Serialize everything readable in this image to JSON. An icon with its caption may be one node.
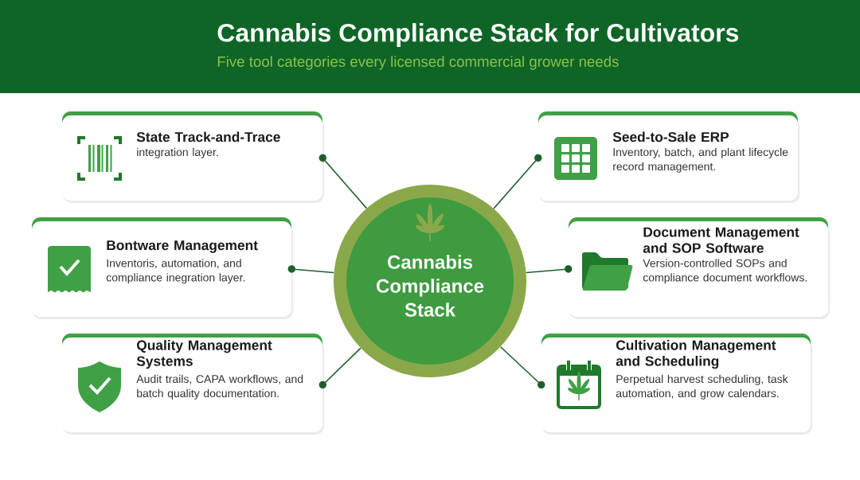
{
  "diagram": {
    "title": "Cannabis Compliance Stack for Cultivators",
    "nodes": [
      {
        "text": [
          "Cannabis Compliance Stack"
        ]
      },
      {
        "text": [
          "State Track-and-Trace",
          "integration layer."
        ]
      },
      {
        "text": [
          "Seed-to-Sale ERP",
          "Inventory, batch, and plant lifecycle record management."
        ]
      },
      {
        "text": [
          "Bontware Management",
          "Inventoris, automation, and compliance inegration layer."
        ]
      },
      {
        "text": [
          "Document Management and SOP Software",
          "Version-controlled SOPs and compliance document workflows."
        ]
      },
      {
        "text": [
          "Quality Management Systems",
          "Audit trails, CAPA workflows, and batch quality documentation."
        ]
      },
      {
        "text": [
          "Cultivation Management and Scheduling",
          "Perpetual harvest scheduling, task automation, and grow calendars."
        ]
      }
    ],
    "edges": [
      {
        "from": 0,
        "to": 1,
        "arrow": "none"
      },
      {
        "from": 0,
        "to": 2,
        "arrow": "none"
      },
      {
        "from": 0,
        "to": 3,
        "arrow": "none"
      },
      {
        "from": 0,
        "to": 4,
        "arrow": "none"
      },
      {
        "from": 0,
        "to": 5,
        "arrow": "none"
      },
      {
        "from": 0,
        "to": 6,
        "arrow": "none"
      }
    ],
    "labels": [
      "Five tool categories every licensed commercial grower needs"
    ]
  }
}
